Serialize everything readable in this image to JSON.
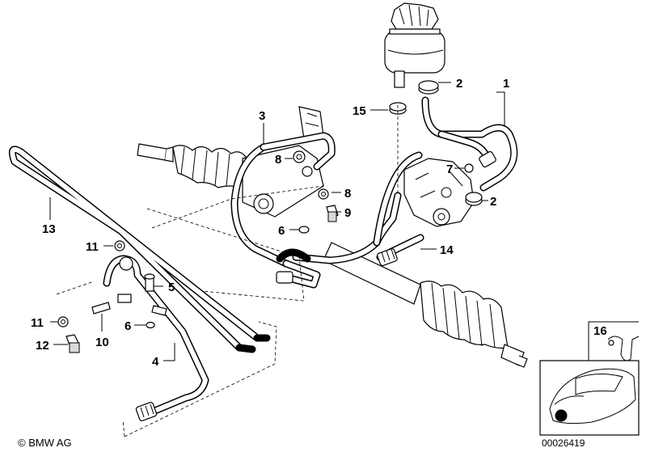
{
  "callouts": {
    "c1": "1",
    "c2a": "2",
    "c2b": "2",
    "c3": "3",
    "c4": "4",
    "c5": "5",
    "c6a": "6",
    "c6b": "6",
    "c7": "7",
    "c8a": "8",
    "c8b": "8",
    "c9": "9",
    "c10": "10",
    "c11a": "11",
    "c11b": "11",
    "c12": "12",
    "c13": "13",
    "c14": "14",
    "c15": "15",
    "c16": "16"
  },
  "footer": {
    "copyright": "© BMW AG",
    "image_number": "00026419"
  }
}
